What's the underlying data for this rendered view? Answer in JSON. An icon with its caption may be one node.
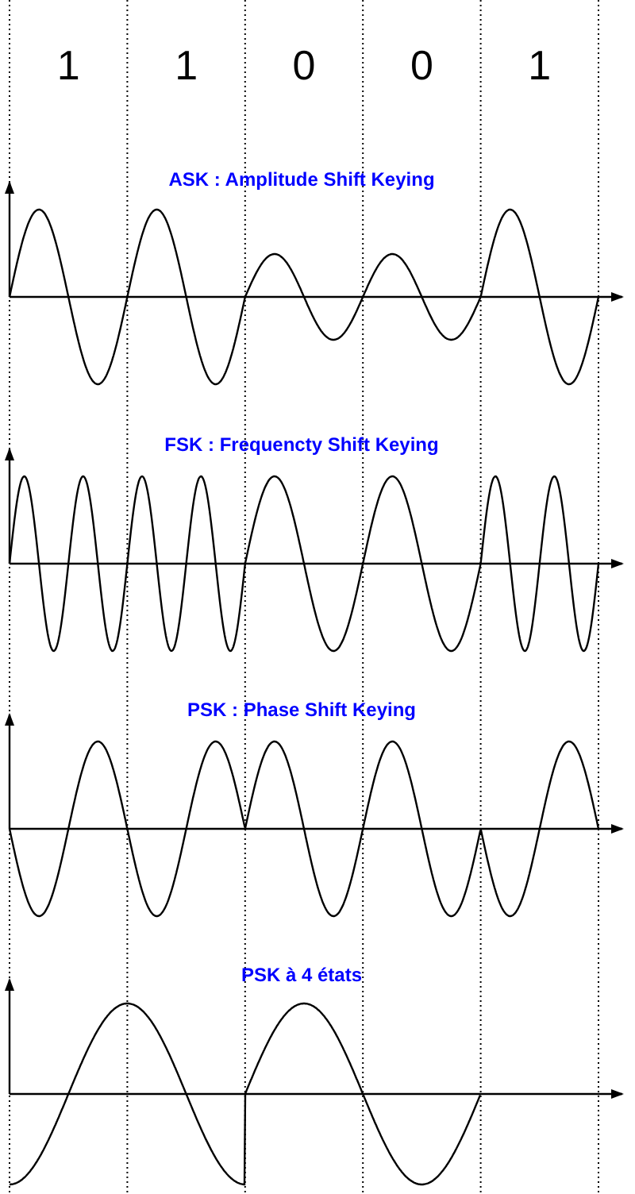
{
  "diagram": {
    "labels": [
      "1",
      "1",
      "0",
      "0",
      "1",
      "ASK : Amplitude Shift Keying",
      "FSK : Frequencty Shift Keying",
      "PSK : Phase Shift Keying",
      "PSK à 4 états"
    ]
  }
}
